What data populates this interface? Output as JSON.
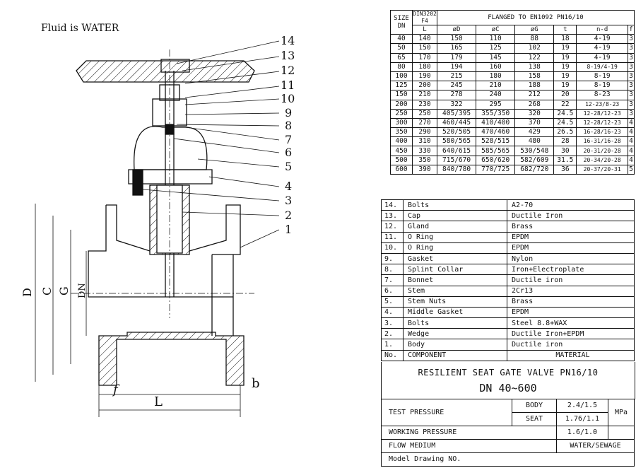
{
  "note": "Fluid is WATER",
  "drawing": {
    "part_numbers": [
      "14",
      "13",
      "12",
      "11",
      "10",
      "9",
      "8",
      "7",
      "6",
      "5",
      "4",
      "3",
      "2",
      "1"
    ],
    "dim_labels": {
      "D": "D",
      "C": "C",
      "G": "G",
      "DN": "DN",
      "f": "f",
      "b": "b",
      "L": "L"
    }
  },
  "dimensions": {
    "header": {
      "size": "SIZE\nDN",
      "din": "DIN3202\nF4",
      "flanged": "FLANGED TO EN1092 PN16/10",
      "cols": [
        "L",
        "øD",
        "øC",
        "øG",
        "t",
        "n-d",
        "f"
      ]
    },
    "rows": [
      [
        "40",
        "140",
        "150",
        "110",
        "88",
        "18",
        "4-19",
        "3"
      ],
      [
        "50",
        "150",
        "165",
        "125",
        "102",
        "19",
        "4-19",
        "3"
      ],
      [
        "65",
        "170",
        "179",
        "145",
        "122",
        "19",
        "4-19",
        "3"
      ],
      [
        "80",
        "180",
        "194",
        "160",
        "138",
        "19",
        "8-19/4-19",
        "3"
      ],
      [
        "100",
        "190",
        "215",
        "180",
        "158",
        "19",
        "8-19",
        "3"
      ],
      [
        "125",
        "200",
        "245",
        "210",
        "188",
        "19",
        "8-19",
        "3"
      ],
      [
        "150",
        "210",
        "278",
        "240",
        "212",
        "20",
        "8-23",
        "3"
      ],
      [
        "200",
        "230",
        "322",
        "295",
        "268",
        "22",
        "12-23/8-23",
        "3"
      ],
      [
        "250",
        "250",
        "405/395",
        "355/350",
        "320",
        "24.5",
        "12-28/12-23",
        "3"
      ],
      [
        "300",
        "270",
        "460/445",
        "410/400",
        "370",
        "24.5",
        "12-28/12-23",
        "4"
      ],
      [
        "350",
        "290",
        "520/505",
        "470/460",
        "429",
        "26.5",
        "16-28/16-23",
        "4"
      ],
      [
        "400",
        "310",
        "580/565",
        "528/515",
        "480",
        "28",
        "16-31/16-28",
        "4"
      ],
      [
        "450",
        "330",
        "640/615",
        "585/565",
        "530/548",
        "30",
        "20-31/20-28",
        "4"
      ],
      [
        "500",
        "350",
        "715/670",
        "650/620",
        "582/609",
        "31.5",
        "20-34/20-28",
        "4"
      ],
      [
        "600",
        "390",
        "840/780",
        "770/725",
        "682/720",
        "36",
        "20-37/20-31",
        "5"
      ]
    ]
  },
  "materials": {
    "rows": [
      [
        "14.",
        "Bolts",
        "A2-70"
      ],
      [
        "13.",
        "Cap",
        "Ductile Iron"
      ],
      [
        "12.",
        "Gland",
        "Brass"
      ],
      [
        "11.",
        "O Ring",
        "EPDM"
      ],
      [
        "10.",
        "O Ring",
        "EPDM"
      ],
      [
        "9.",
        "Gasket",
        "Nylon"
      ],
      [
        "8.",
        "Splint Collar",
        "Iron+Electroplate"
      ],
      [
        "7.",
        "Bonnet",
        "Ductile iron"
      ],
      [
        "6.",
        "Stem",
        "2Cr13"
      ],
      [
        "5.",
        "Stem Nuts",
        "Brass"
      ],
      [
        "4.",
        "Middle Gasket",
        "EPDM"
      ],
      [
        "3.",
        "Bolts",
        "Steel 8.8+WAX"
      ],
      [
        "2.",
        "Wedge",
        "Ductile Iron+EPDM"
      ],
      [
        "1.",
        "Body",
        "Ductile iron"
      ]
    ],
    "footer": [
      "No.",
      "COMPONENT",
      "MATERIAL"
    ]
  },
  "title": {
    "line1": "RESILIENT SEAT GATE VALVE  PN16/10",
    "line2": "DN 40~600"
  },
  "test": {
    "test_pressure": "TEST PRESSURE",
    "body_label": "BODY",
    "body_value": "2.4/1.5",
    "seat_label": "SEAT",
    "seat_value": "1.76/1.1",
    "unit": "MPa",
    "working_pressure": "WORKING PRESSURE",
    "working_value": "1.6/1.0",
    "flow_medium": "FLOW MEDIUM",
    "flow_value": "WATER/SEWAGE",
    "model": "Model Drawing NO."
  }
}
